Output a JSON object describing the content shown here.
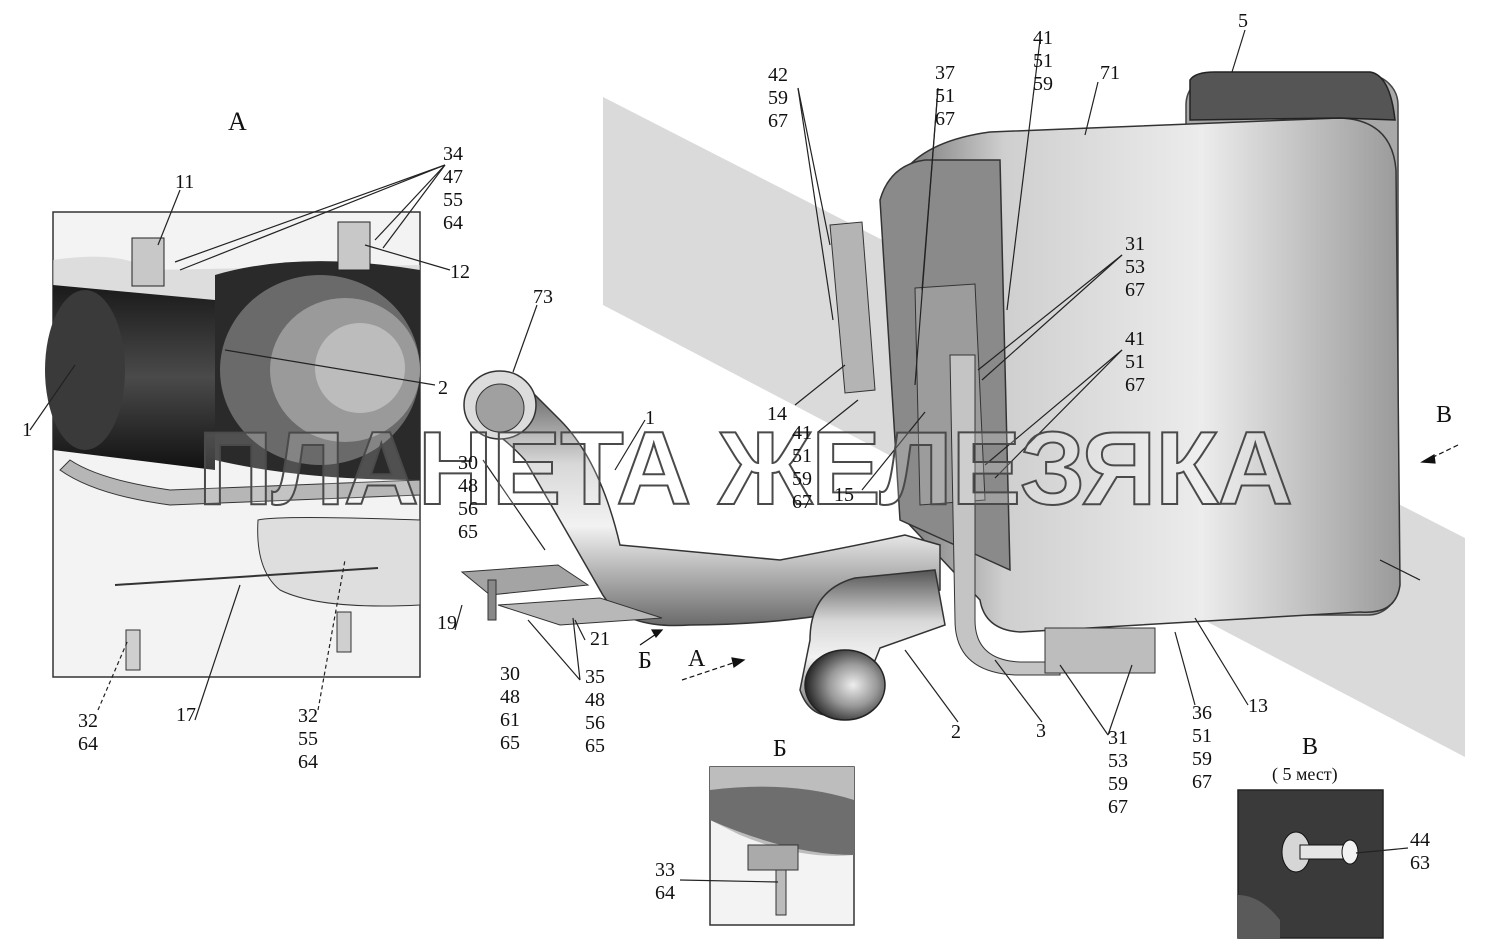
{
  "views": {
    "a_title": "А",
    "b_title": "Б",
    "v_title": "В",
    "v_subtitle": "( 5 мест)",
    "arrow_a": "А",
    "arrow_b": "Б",
    "arrow_v": "В"
  },
  "watermark": "ПЛАНЕТА ЖЕЛЕЗЯКА",
  "callouts": {
    "c_34_47_55_64": "34\n47\n55\n64",
    "c_11": "11",
    "c_12": "12",
    "c_1_left": "1",
    "c_2_left": "2",
    "c_17": "17",
    "c_32_64": "32\n64",
    "c_32_55_64": "32\n55\n64",
    "c_73": "73",
    "c_1_mid": "1",
    "c_30_48_56_65": "30\n48\n56\n65",
    "c_19": "19",
    "c_21": "21",
    "c_30_48_61_65": "30\n48\n61\n65",
    "c_35_48_56_65": "35\n48\n56\n65",
    "c_42_59_67": "42\n59\n67",
    "c_37_51_67": "37\n51\n67",
    "c_41_51_59_top": "41\n51\n59",
    "c_71": "71",
    "c_5": "5",
    "c_31_53_67": "31\n53\n67",
    "c_41_51_67": "41\n51\n67",
    "c_14": "14",
    "c_41_51_59_67": "41\n51\n59\n67",
    "c_15": "15",
    "c_2_main": "2",
    "c_3": "3",
    "c_31_53_59_67": "31\n53\n59\n67",
    "c_36_51_59_67": "36\n51\n59\n67",
    "c_13": "13",
    "c_33_64": "33\n64",
    "c_44_63": "44\n63"
  }
}
